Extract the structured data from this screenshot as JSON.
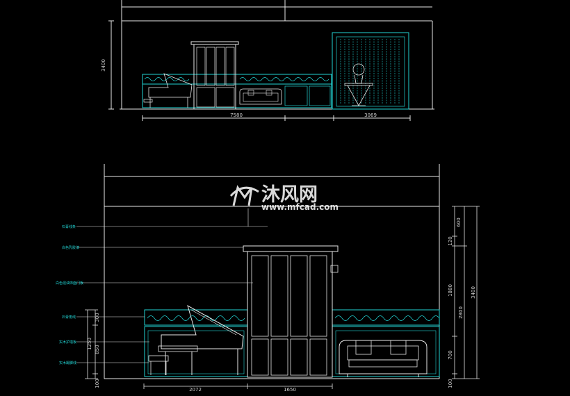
{
  "top_view": {
    "dims": {
      "height": "3400",
      "width_left": "7580",
      "width_right": "3069"
    }
  },
  "bottom_view": {
    "dims_bottom": [
      "2072",
      "1650"
    ],
    "dims_right_inner": [
      "600",
      "120",
      "1880",
      "700",
      "100"
    ],
    "dims_right_outer": [
      "3400",
      "2800"
    ],
    "dims_left": [
      "300",
      "1250",
      "850",
      "100"
    ],
    "annotations": [
      "石膏线条",
      "白色乳胶漆",
      "白色混油饰面门板",
      "石膏角线",
      "实木护墙板",
      "实木踢脚线"
    ]
  },
  "watermark": {
    "cn": "沐风网",
    "url": "www.mfcad.com"
  },
  "colors": {
    "background": "#000000",
    "line_cyan": "#22d3d3",
    "line_white": "#e8e8e8",
    "text": "#cfcfcf"
  }
}
